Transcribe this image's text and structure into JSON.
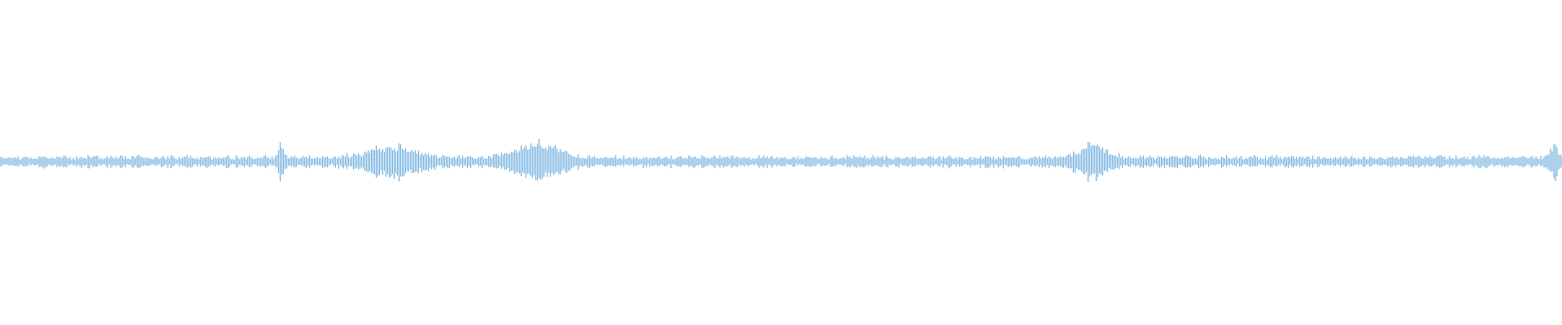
{
  "waveform": {
    "color": "#5ba3d9",
    "background": "#ffffff",
    "sample_count": 960,
    "base_amplitude": 0.015,
    "bursts": [
      {
        "center": 0.252,
        "width": 0.02,
        "amplitude": 0.042
      },
      {
        "center": 0.345,
        "width": 0.018,
        "amplitude": 0.05
      },
      {
        "center": 0.7,
        "width": 0.012,
        "amplitude": 0.045
      },
      {
        "center": 0.18,
        "width": 0.002,
        "amplitude": 0.05
      },
      {
        "center": 0.995,
        "width": 0.003,
        "amplitude": 0.05
      }
    ]
  }
}
